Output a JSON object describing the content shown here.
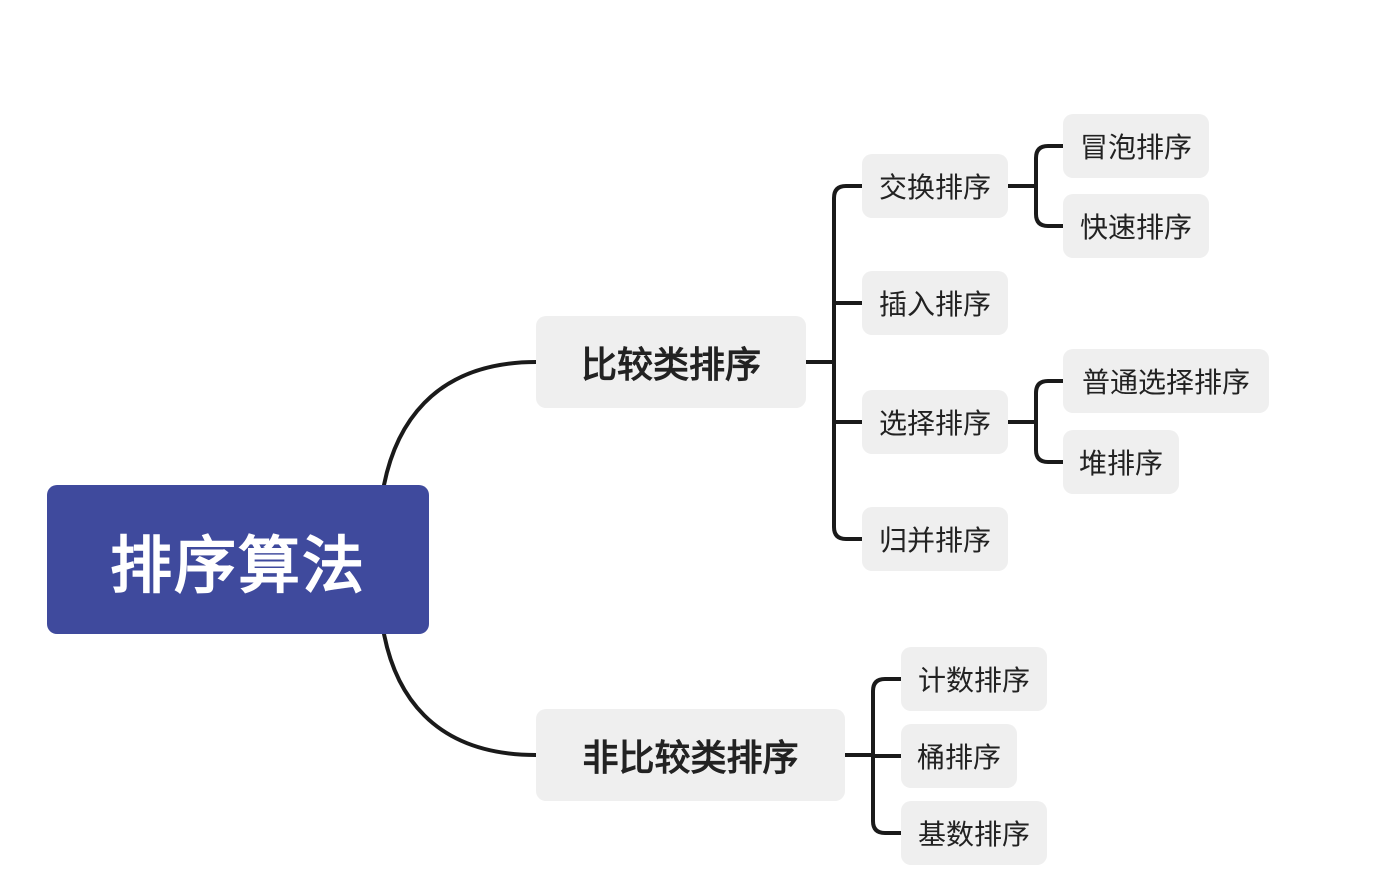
{
  "root": {
    "label": "排序算法"
  },
  "branches": {
    "comparison": {
      "label": "比较类排序",
      "children": {
        "exchange": {
          "label": "交换排序",
          "children": {
            "bubble": "冒泡排序",
            "quick": "快速排序"
          }
        },
        "insertion": {
          "label": "插入排序"
        },
        "selection": {
          "label": "选择排序",
          "children": {
            "simple": "普通选择排序",
            "heap": "堆排序"
          }
        },
        "merge": {
          "label": "归并排序"
        }
      }
    },
    "non_comparison": {
      "label": "非比较类排序",
      "children": {
        "counting": "计数排序",
        "bucket": "桶排序",
        "radix": "基数排序"
      }
    }
  },
  "colors": {
    "root_fill": "#3f4a9d",
    "root_text": "#ffffff",
    "node_fill": "#efefef",
    "node_text": "#222222",
    "connector": "#1a1a1a"
  }
}
